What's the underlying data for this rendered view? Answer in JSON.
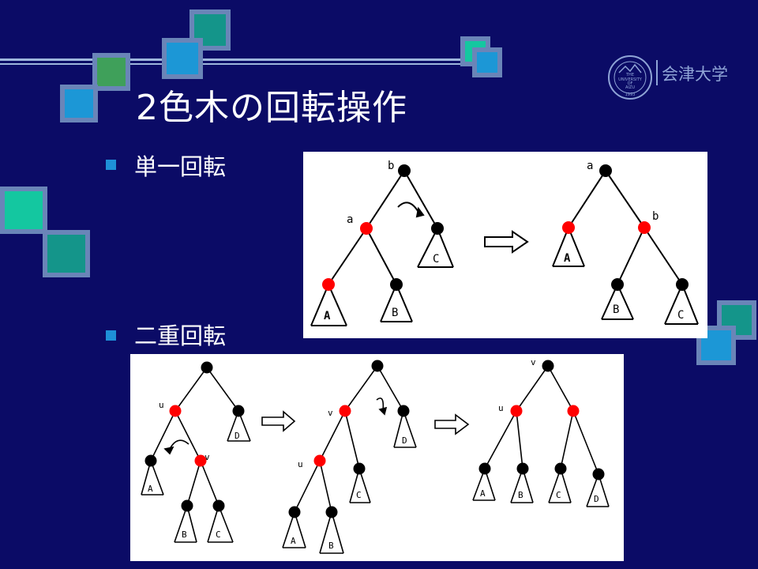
{
  "slide": {
    "title": "2色木の回転操作",
    "bullets": [
      "単一回転",
      "二重回転"
    ]
  },
  "logo": {
    "seal_lines": [
      "THE",
      "UNIVERSITY",
      "OF",
      "AIZU",
      "1993"
    ],
    "name": "会津大学"
  },
  "diagram_single": {
    "labels": {
      "node_b_top": "b",
      "node_a_top": "a",
      "node_a": "a",
      "node_b": "b"
    },
    "subtrees_before": [
      "A",
      "B",
      "C"
    ],
    "subtrees_after": [
      "A",
      "B",
      "C"
    ]
  },
  "diagram_double": {
    "stage1": {
      "node_u": "u",
      "node_v": "v",
      "subtrees": [
        "A",
        "B",
        "C",
        "D"
      ]
    },
    "stage2": {
      "node_v": "v",
      "node_u": "u",
      "subtrees": [
        "C",
        "D",
        "A",
        "B"
      ]
    },
    "stage3": {
      "node_v": "v",
      "node_u": "u",
      "subtrees": [
        "A",
        "B",
        "C",
        "D"
      ]
    }
  },
  "colors": {
    "background": "#0B0B66",
    "square_border": "#6A85B8",
    "square_blue": "#1C97D6",
    "square_teal": "#14958A",
    "square_green": "#14C7A0",
    "square_olive": "#3FA05A",
    "bullet": "#1E90D8",
    "red_node": "#FF0000",
    "black_node": "#000000"
  }
}
